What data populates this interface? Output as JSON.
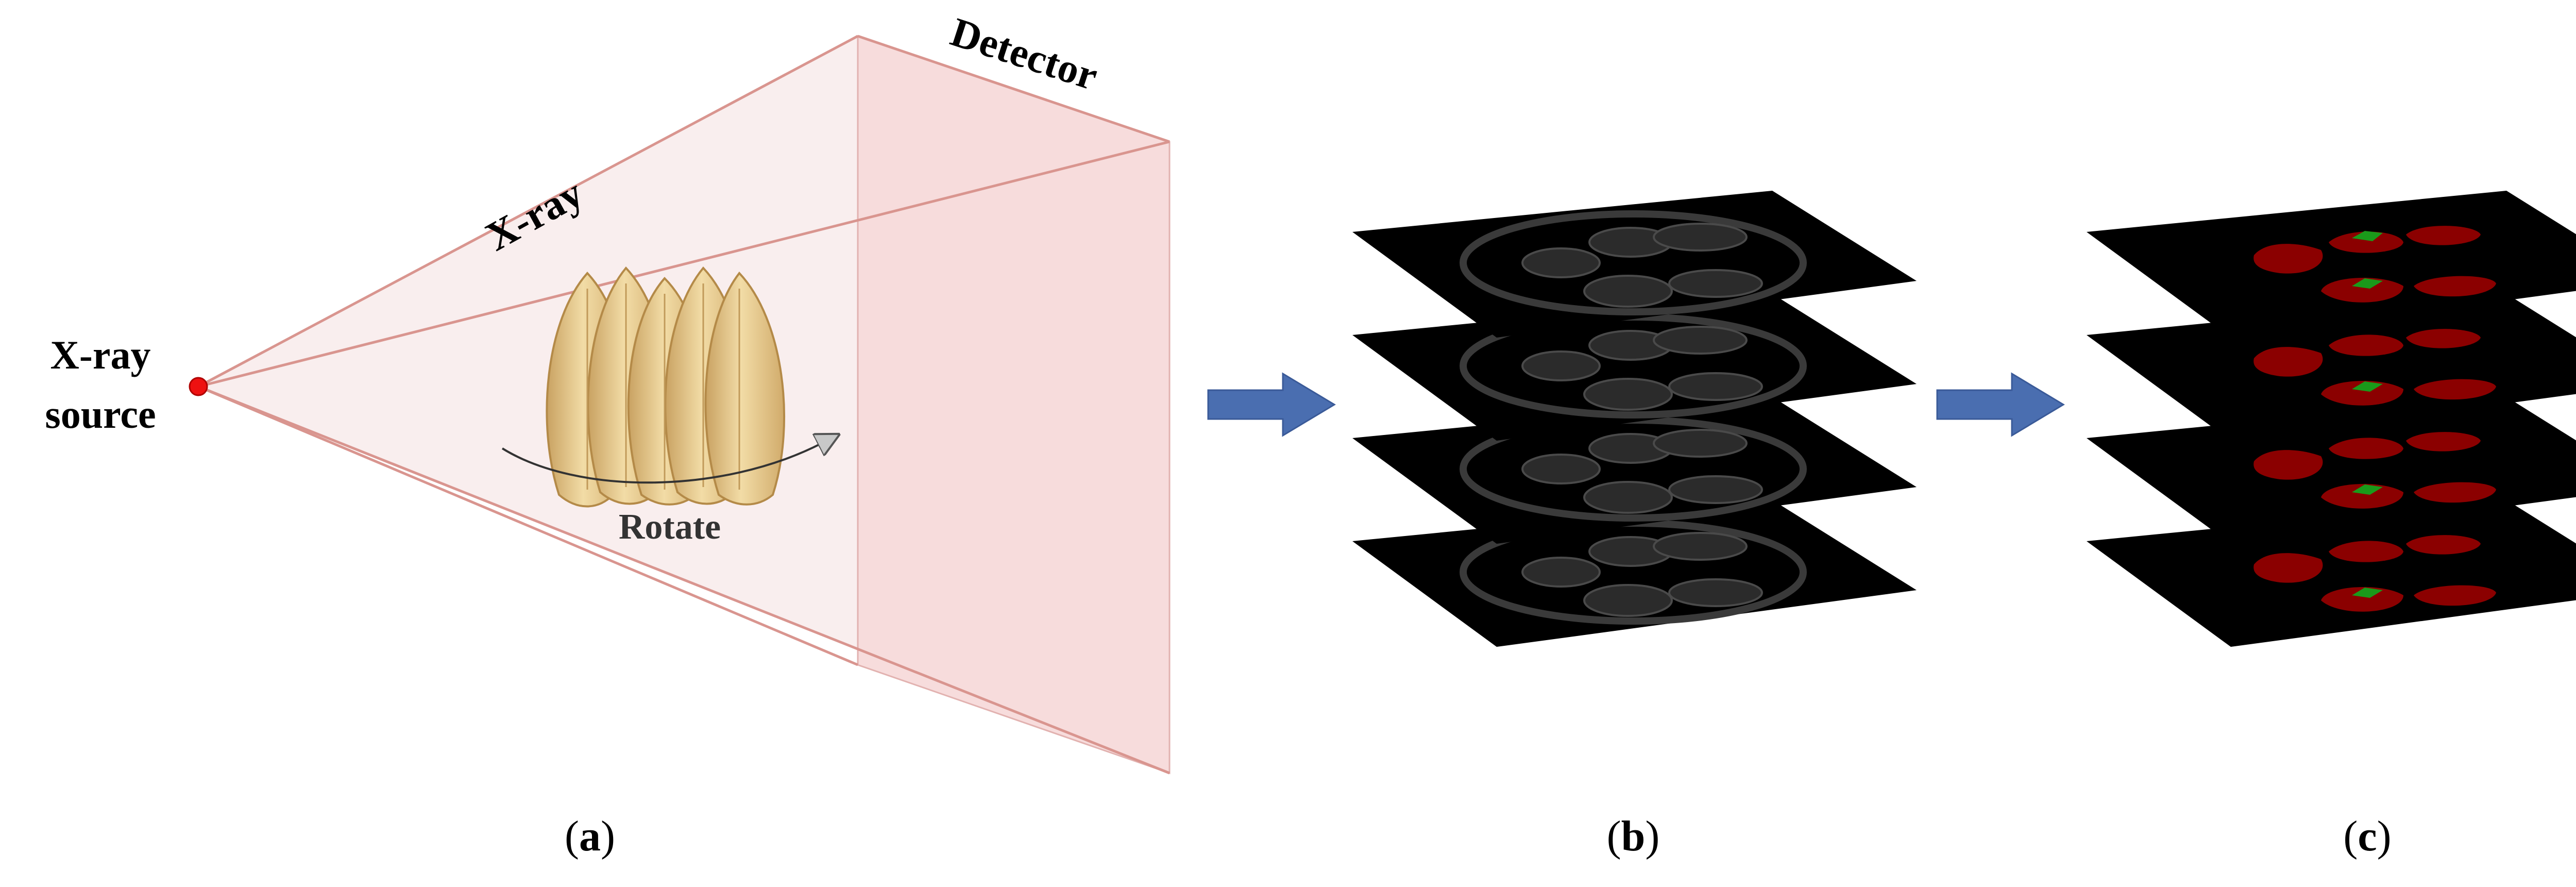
{
  "panel_a": {
    "source_label_line1": "X-ray",
    "source_label_line2": "source",
    "beam_label": "X-ray",
    "detector_label": "Detector",
    "rotate_label": "Rotate",
    "caption_open": "(",
    "caption_letter": "a",
    "caption_close": ")"
  },
  "panel_b": {
    "caption_open": "(",
    "caption_letter": "b",
    "caption_close": ")"
  },
  "panel_c": {
    "caption_open": "(",
    "caption_letter": "c",
    "caption_close": ")"
  },
  "colors": {
    "beam_edge": "#d9958f",
    "beam_fill": "#f9eeee",
    "detector_fill": "#f7dcdc",
    "source_dot": "#ee1111",
    "arrow": "#4a6eb0",
    "slice_bg": "#000000",
    "segment_red": "#8b0000",
    "segment_green": "#1a9a1a",
    "grain": "#e8c98a"
  }
}
